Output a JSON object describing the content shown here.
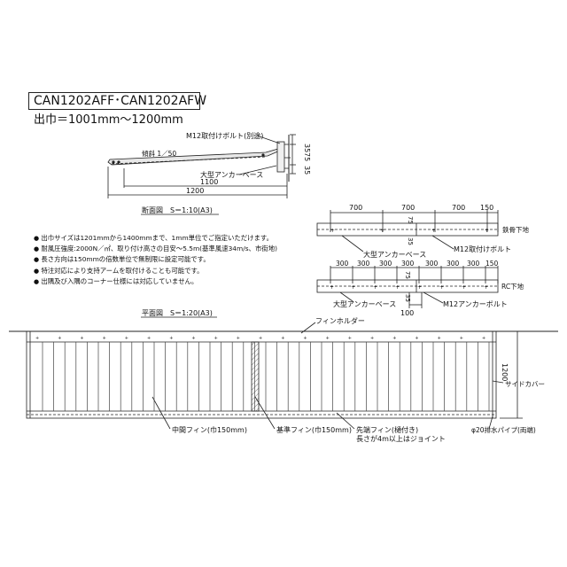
{
  "title": "CAN1202AFF･CAN1202AFW",
  "subtitle": "出巾＝1001mm〜1200mm",
  "notes": [
    "出巾サイズは1201mmから1400mmまで、1mm単位でご指定いただけます。",
    "耐風圧強度:2000N／㎡、取り付け高さの目安〜5.5m(基準風速34m/s、市街地)",
    "長さ方向は150mmの倍数単位で無制限に設定可能です。",
    "特注対応により支持アームを取付けることも可能です。",
    "出隅及び入隅のコーナー仕様には対応していません。"
  ],
  "section": {
    "caption": "断面図　S＝1:10(A3)",
    "label_bolt": "M12取付けボルト(別途)",
    "label_slope": "傾斜 1／50",
    "label_anchor": "大型アンカーベース",
    "dim_35a": "35",
    "dim_75": "75",
    "dim_35b": "35",
    "dim_1100": "1100",
    "dim_1200": "1200"
  },
  "steel": {
    "label": "鉄骨下地",
    "dims": [
      "700",
      "700",
      "700",
      "150"
    ],
    "dim_75": "75",
    "dim_35": "35",
    "label_anchor": "大型アンカーベース",
    "label_bolt": "M12取付けボルト"
  },
  "rc": {
    "label": "RC下地",
    "dims": [
      "300",
      "300",
      "300",
      "300",
      "300",
      "300",
      "300",
      "150"
    ],
    "dim_75": "75",
    "dim_35": "35",
    "dim_100": "100",
    "label_anchor": "大型アンカーベース",
    "label_bolt": "M12アンカーボルト"
  },
  "plan": {
    "caption": "平面図　S＝1:20(A3)",
    "label_holder": "フィンホルダー",
    "dim_1200": "1200",
    "label_side": "サイドカバー",
    "label_mid": "中間フィン(巾150mm)",
    "label_base": "基準フィン(巾150mm)",
    "label_tip": "先端フィン(樋付き)",
    "label_tip2": "長さが4m以上はジョイント",
    "label_pipe": "φ20排水パイプ(両端)"
  }
}
